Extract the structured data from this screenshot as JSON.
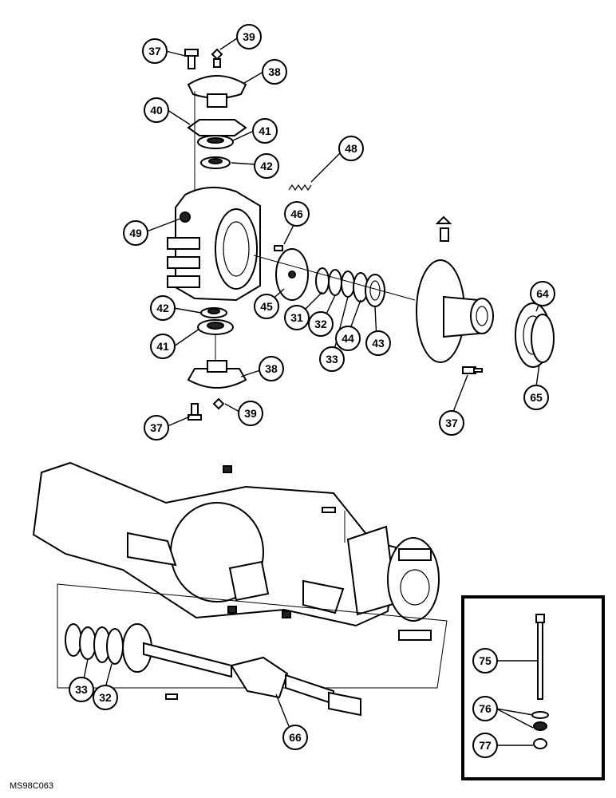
{
  "drawing_code": "MS98C063",
  "callouts": [
    {
      "id": "c37a",
      "label": "37"
    },
    {
      "id": "c39a",
      "label": "39"
    },
    {
      "id": "c38a",
      "label": "38"
    },
    {
      "id": "c40",
      "label": "40"
    },
    {
      "id": "c41a",
      "label": "41"
    },
    {
      "id": "c42a",
      "label": "42"
    },
    {
      "id": "c48",
      "label": "48"
    },
    {
      "id": "c46",
      "label": "46"
    },
    {
      "id": "c49",
      "label": "49"
    },
    {
      "id": "c42b",
      "label": "42"
    },
    {
      "id": "c41b",
      "label": "41"
    },
    {
      "id": "c45",
      "label": "45"
    },
    {
      "id": "c31",
      "label": "31"
    },
    {
      "id": "c32a",
      "label": "32"
    },
    {
      "id": "c33a",
      "label": "33"
    },
    {
      "id": "c44",
      "label": "44"
    },
    {
      "id": "c43",
      "label": "43"
    },
    {
      "id": "c64",
      "label": "64"
    },
    {
      "id": "c65",
      "label": "65"
    },
    {
      "id": "c38b",
      "label": "38"
    },
    {
      "id": "c39b",
      "label": "39"
    },
    {
      "id": "c37b",
      "label": "37"
    },
    {
      "id": "c37c",
      "label": "37"
    },
    {
      "id": "c33b",
      "label": "33"
    },
    {
      "id": "c32b",
      "label": "32"
    },
    {
      "id": "c66",
      "label": "66"
    },
    {
      "id": "c75",
      "label": "75"
    },
    {
      "id": "c76",
      "label": "76"
    },
    {
      "id": "c77",
      "label": "77"
    }
  ]
}
